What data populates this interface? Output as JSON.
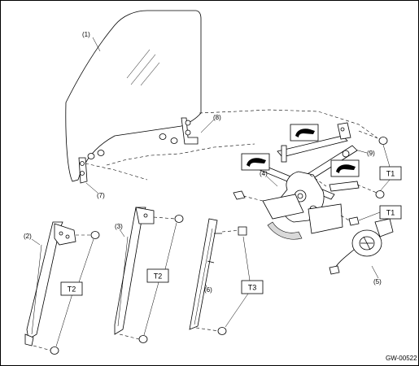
{
  "labels": {
    "p1": "(1)",
    "p2": "(2)",
    "p3": "(3)",
    "p4": "(4)",
    "p5": "(5)",
    "p6": "(6)",
    "p7": "(7)",
    "p8": "(8)",
    "p9": "(9)"
  },
  "torque_boxes": {
    "t1a": "T1",
    "t1b": "T1",
    "t2a": "T2",
    "t2b": "T2",
    "t3": "T3"
  },
  "figure_code": "GW-00522",
  "icons": [
    "grease-icon",
    "grease-icon",
    "grease-icon"
  ]
}
